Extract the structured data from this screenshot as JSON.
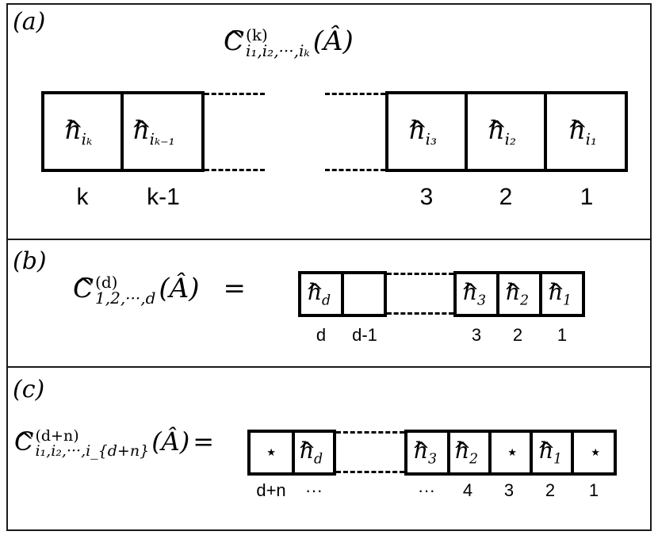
{
  "panels": {
    "a": {
      "tag": "(a)",
      "header": {
        "symbol": "C",
        "sup": "(k)",
        "sub": "i₁,i₂,···,iₖ",
        "arg": "(Â)"
      },
      "boxes": [
        {
          "base": "h",
          "sub": "iₖ"
        },
        {
          "base": "h",
          "sub": "iₖ₋₁"
        },
        {
          "base": "h",
          "sub": "i₃"
        },
        {
          "base": "h",
          "sub": "i₂"
        },
        {
          "base": "h",
          "sub": "i₁"
        }
      ],
      "positions": [
        "k",
        "k-1",
        "3",
        "2",
        "1"
      ]
    },
    "b": {
      "tag": "(b)",
      "lhs": {
        "symbol": "C",
        "sup": "(d)",
        "sub": "1,2,···,d",
        "arg": "(Â)",
        "eq": "="
      },
      "boxes": [
        {
          "base": "h",
          "sub": "d"
        },
        {
          "base": "",
          "sub": ""
        },
        {
          "base": "h",
          "sub": "3"
        },
        {
          "base": "h",
          "sub": "2"
        },
        {
          "base": "h",
          "sub": "1"
        }
      ],
      "positions": [
        "d",
        "d-1",
        "3",
        "2",
        "1"
      ]
    },
    "c": {
      "tag": "(c)",
      "lhs": {
        "symbol": "C",
        "sup": "(d+n)",
        "sub": "i₁,i₂,···,i_{d+n}",
        "arg": "(Â)",
        "eq": "="
      },
      "boxes": [
        {
          "base": "⋆",
          "sub": ""
        },
        {
          "base": "h",
          "sub": "d"
        },
        {
          "base": "h",
          "sub": "3"
        },
        {
          "base": "h",
          "sub": "2"
        },
        {
          "base": "⋆",
          "sub": ""
        },
        {
          "base": "h",
          "sub": "1"
        },
        {
          "base": "⋆",
          "sub": ""
        }
      ],
      "positions": [
        "d+n",
        "···",
        "···",
        "4",
        "3",
        "2",
        "1"
      ]
    }
  }
}
